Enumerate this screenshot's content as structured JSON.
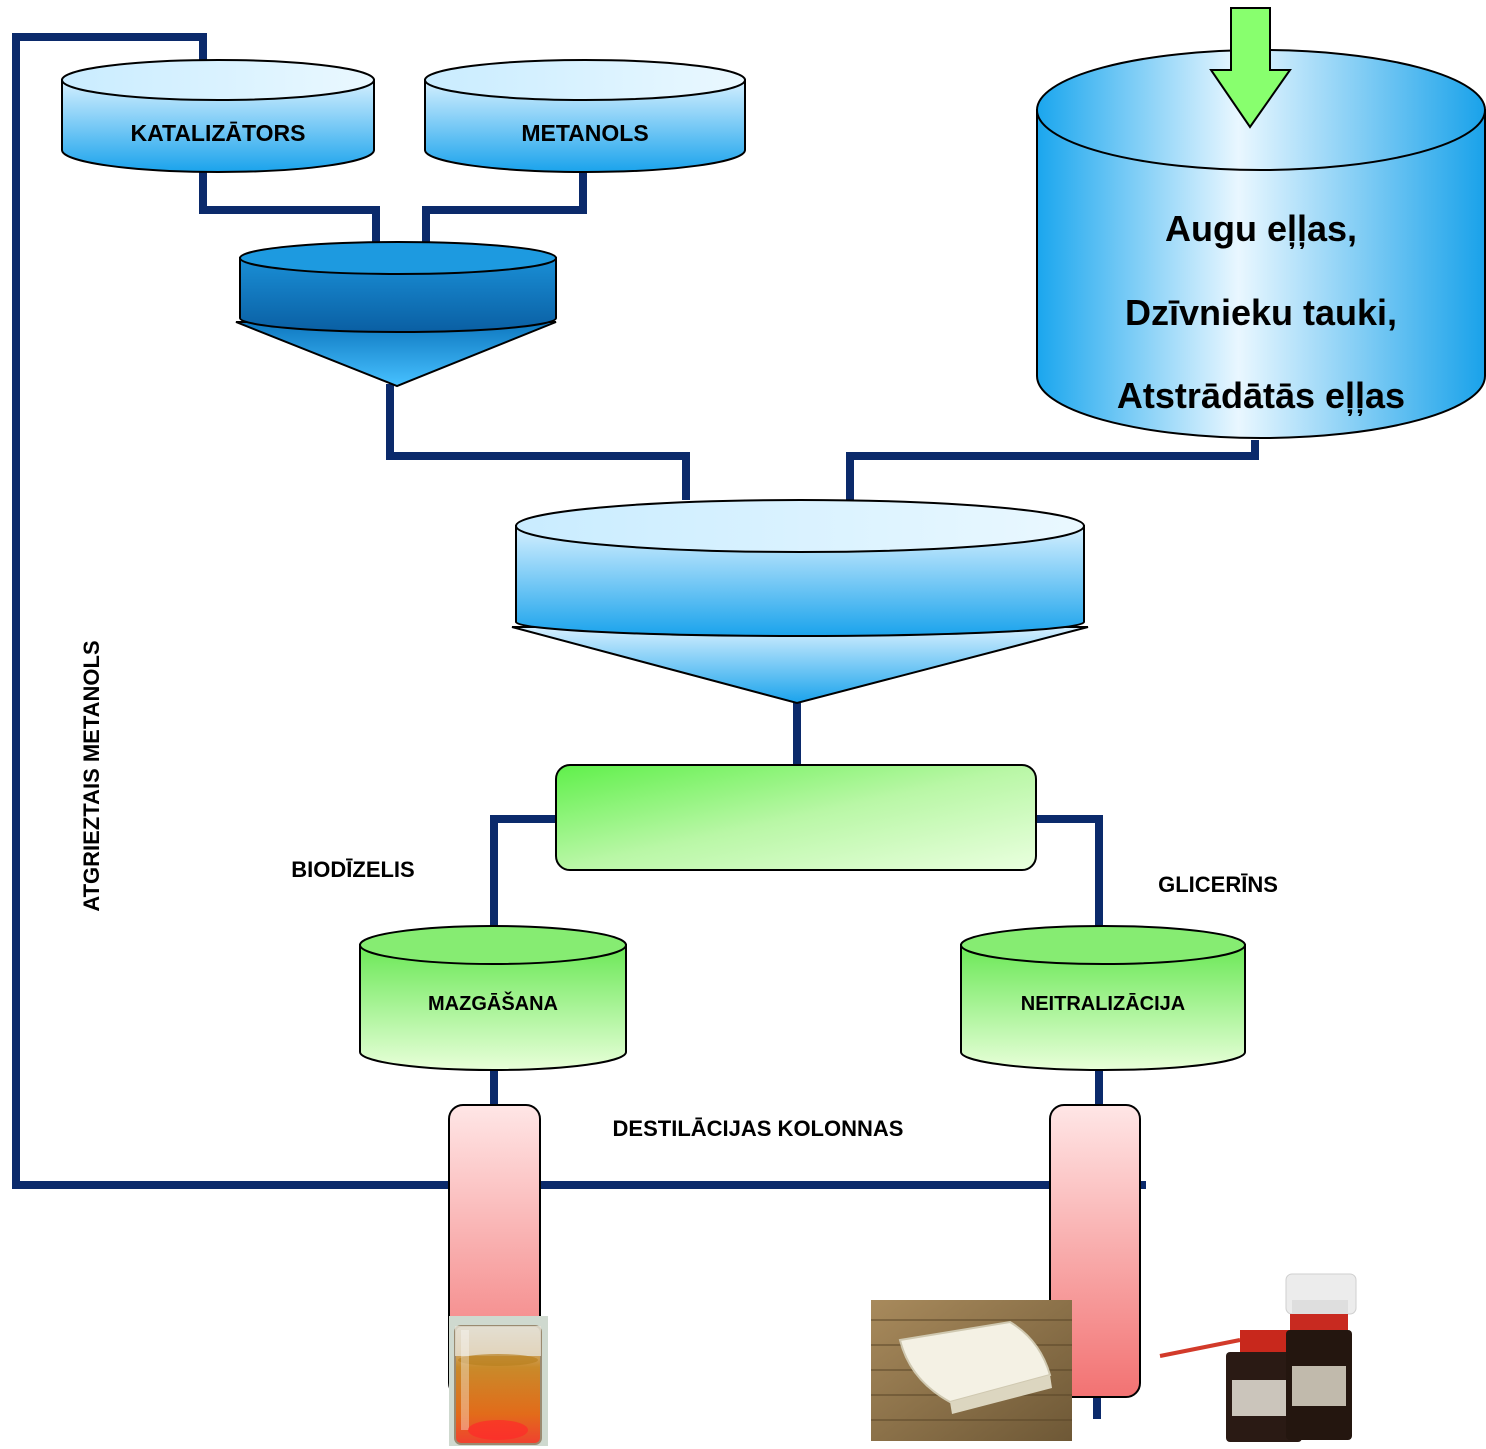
{
  "labels": {
    "katalizators": "KATALIZĀTORS",
    "metanols": "METANOLS",
    "oils_line1": "Augu eļļas,",
    "oils_line2": "Dzīvnieku tauki,",
    "oils_line3": "Atstrādātās eļļas",
    "returned_methanol": "ATGRIEZTAIS METANOLS",
    "biodiesel": "BIODĪZELIS",
    "glycerin": "GLICERĪNS",
    "washing": "MAZGĀŠANA",
    "neutralization": "NEITRALIZĀCIJA",
    "distillation_columns": "DESTILĀCIJAS KOLONNAS"
  },
  "colors": {
    "pipe": "#0b2a6b",
    "tank_blue_light": "#e6f6ff",
    "tank_blue_dark": "#1a9ee6",
    "tank_green_light": "#e9ffd9",
    "tank_green_dark": "#6ee85a",
    "column_pink_light": "#ffe4e4",
    "column_pink_dark": "#f27a7a",
    "arrow_green": "#88ff6e"
  },
  "images": {
    "biodiesel_beaker": "beaker-icon",
    "soap": "soap-icon",
    "pharma_bottles": "bottles-icon"
  }
}
